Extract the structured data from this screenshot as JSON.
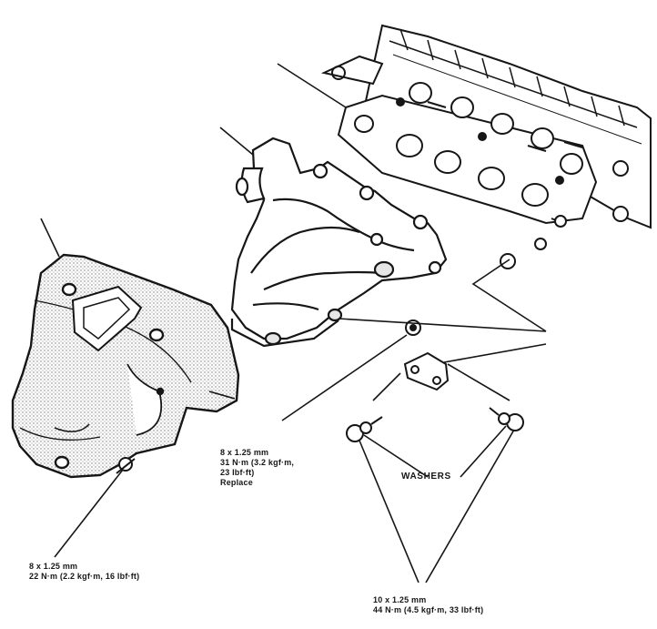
{
  "labels": {
    "nut8": {
      "size": "8 x 1.25 mm",
      "torque": "31 N·m (3.2 kgf·m,",
      "torque2": "23 lbf·ft)",
      "note": "Replace"
    },
    "bolt_left": {
      "size": "8 x 1.25 mm",
      "torque": "22 N·m (2.2 kgf·m, 16 lbf·ft)"
    },
    "washers": "WASHERS",
    "bolt10": {
      "size": "10 x 1.25 mm",
      "torque": "44 N·m (4.5 kgf·m, 33 lbf·ft)"
    }
  },
  "colors": {
    "ink": "#161616",
    "paper": "#ffffff",
    "shade": "#bdbdbd"
  }
}
